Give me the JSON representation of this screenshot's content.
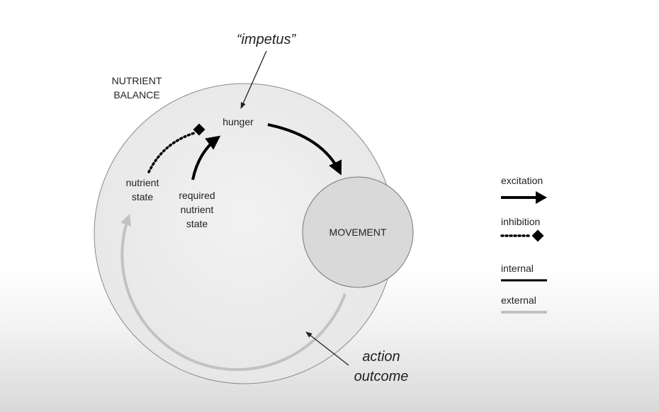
{
  "diagram": {
    "impetus_label": "“impetus”",
    "nutrient_balance_label": "NUTRIENT\nBALANCE",
    "hunger_label": "hunger",
    "nutrient_state_label": "nutrient\nstate",
    "required_nutrient_state_label": "required\nnutrient\nstate",
    "movement_label": "MOVEMENT",
    "action_outcome_label": "action\noutcome"
  },
  "legend": {
    "excitation_label": "excitation",
    "inhibition_label": "inhibition",
    "internal_label": "internal",
    "external_label": "external"
  },
  "colors": {
    "outer_circle_fill": "#ececec",
    "movement_fill": "#d9d9d9",
    "internal_line": "#000000",
    "external_line": "#bdbdbd"
  }
}
